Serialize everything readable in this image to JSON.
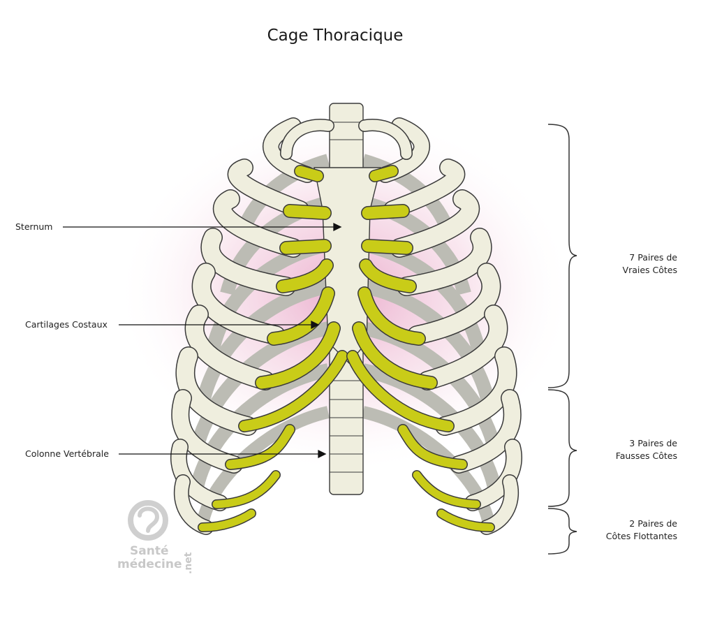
{
  "diagram": {
    "title": "Cage Thoracique",
    "labels": {
      "sternum": "Sternum",
      "cartilages": "Cartilages Costaux",
      "colonne": "Colonne Vertébrale"
    },
    "groups": {
      "vraies": [
        "7 Paires de",
        "Vraies Côtes"
      ],
      "fausses": [
        "3 Paires de",
        "Fausses Côtes"
      ],
      "flottantes": [
        "2 Paires de",
        "Côtes Flottantes"
      ]
    },
    "watermark": {
      "line1": "Santé",
      "line2": "médecine",
      "suffix": ".net"
    },
    "colors": {
      "bone": "#efeede",
      "bone_shadow": "#d4d3c4",
      "cartilage": "#c9cc18",
      "outline": "#3a3a3a",
      "glow": "#e8a8c8"
    }
  }
}
